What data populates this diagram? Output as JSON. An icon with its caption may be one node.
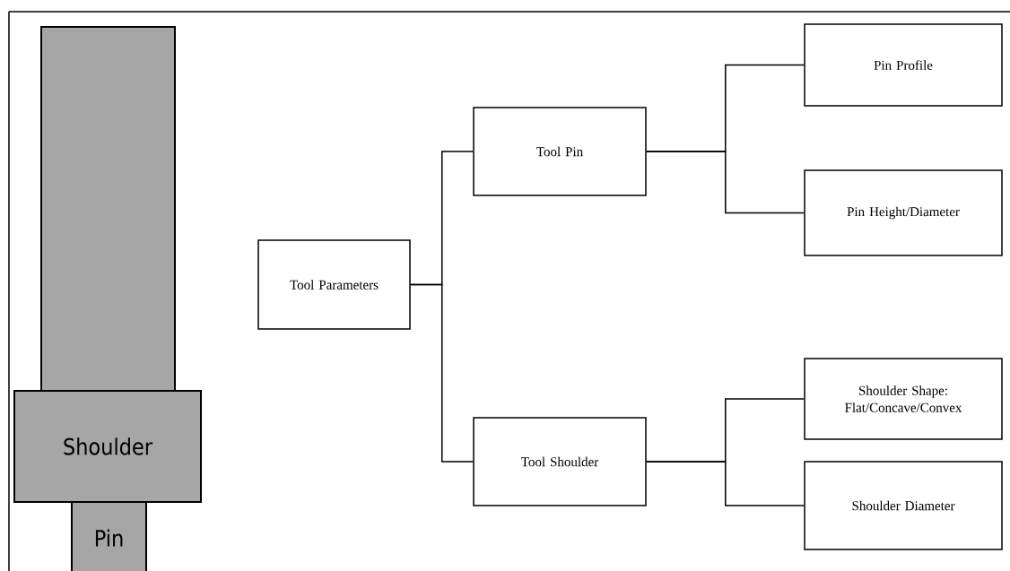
{
  "diagram": {
    "nodes": [
      {
        "text": [],
        "shape": "bar"
      },
      {
        "text": [
          "Shoulder"
        ]
      },
      {
        "text": [
          "Pin"
        ]
      },
      {
        "text": [
          "Tool Parameters"
        ]
      },
      {
        "text": [
          "Tool Pin"
        ]
      },
      {
        "text": [
          "Pin Profile"
        ]
      },
      {
        "text": [
          "Pin Height/Diameter"
        ]
      },
      {
        "text": [
          "Tool Shoulder"
        ]
      },
      {
        "text": [
          "Shoulder Shape: Flat/Concave/Convex"
        ]
      },
      {
        "text": [
          "Shoulder Diameter"
        ]
      }
    ],
    "edges": [
      {
        "from": 3,
        "to": 4,
        "arrow": "none"
      },
      {
        "from": 3,
        "to": 7,
        "arrow": "none"
      },
      {
        "from": 4,
        "to": 5,
        "arrow": "none"
      },
      {
        "from": 4,
        "to": 6,
        "arrow": "none"
      },
      {
        "from": 7,
        "to": 8,
        "arrow": "none"
      },
      {
        "from": 7,
        "to": 9,
        "arrow": "none"
      }
    ]
  }
}
